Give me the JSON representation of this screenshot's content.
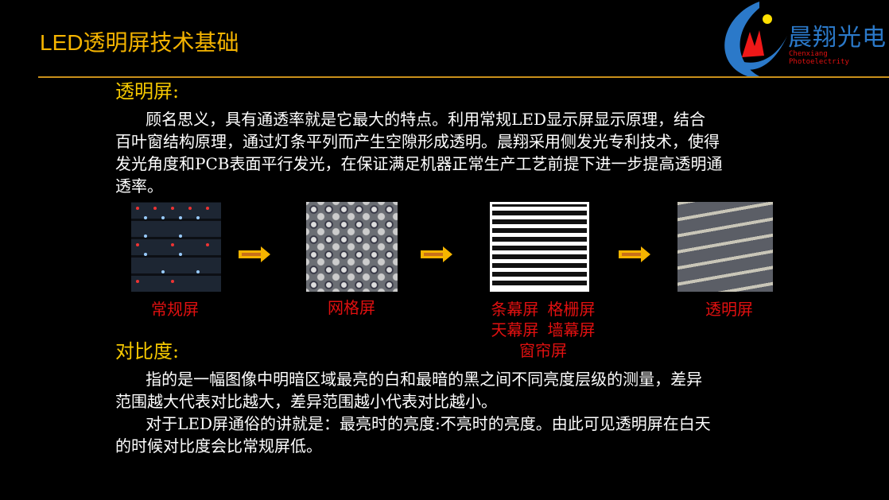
{
  "title": "LED透明屏技术基础",
  "logo": {
    "cn": "晨翔光电",
    "en": "Chenxiang Photoelectrity"
  },
  "section1": {
    "heading": "透明屏:",
    "lines": [
      "      顾名思义，具有通透率就是它最大的特点。利用常规LED显示屏显示原理，结合",
      "百叶窗结构原理，通过灯条平列而产生空隙形成透明。晨翔采用侧发光专利技术，使得",
      "发光角度和PCB表面平行发光，在保证满足机器正常生产工艺前提下进一步提高透明通",
      "透率。"
    ]
  },
  "images": [
    {
      "label": "常规屏"
    },
    {
      "label": "网格屏"
    },
    {
      "label_lines": [
        "条幕屏  格栅屏",
        "天幕屏  墙幕屏",
        "窗帘屏"
      ]
    },
    {
      "label": "透明屏"
    }
  ],
  "section2": {
    "heading": "对比度:",
    "lines": [
      "      指的是一幅图像中明暗区域最亮的白和最暗的黑之间不同亮度层级的测量，差异",
      "范围越大代表对比越大，差异范围越小代表对比越小。",
      "      对于LED屏通俗的讲就是：最亮时的亮度:不亮时的亮度。由此可见透明屏在白天",
      "的时候对比度会比常规屏低。"
    ]
  },
  "colors": {
    "title": "#f5b400",
    "heading": "#f5c800",
    "label": "#e01010",
    "logo_blue": "#2b79c9"
  }
}
